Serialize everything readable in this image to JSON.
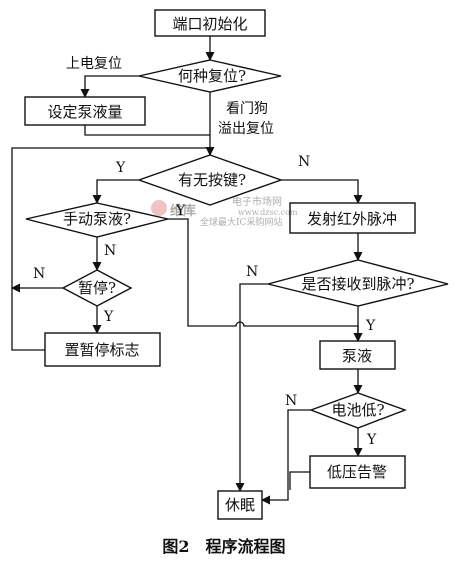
{
  "nodes": {
    "init": "端口初始化",
    "reset_type": "何种复位?",
    "set_volume": "设定泵液量",
    "any_key": "有无按键?",
    "manual_pump": "手动泵液?",
    "ir_pulse": "发射红外脉冲",
    "pause": "暂停?",
    "pulse_received": "是否接收到脉冲?",
    "set_pause_flag": "置暂停标志",
    "pump": "泵液",
    "battery_low": "电池低?",
    "low_voltage_alarm": "低压告警",
    "sleep": "休眠"
  },
  "edge_labels": {
    "power_on_reset": "上电复位",
    "watchdog_line1": "看门狗",
    "watchdog_line2": "溢出复位",
    "any_key_yes": "Y",
    "any_key_no": "N",
    "manual_yes": "Y",
    "manual_no": "N",
    "pause_no": "N",
    "pause_yes": "Y",
    "pulse_no": "N",
    "pulse_yes": "Y",
    "battery_no": "N",
    "battery_yes": "Y"
  },
  "watermark": {
    "brand": "维库",
    "site_name": "电子市场网",
    "url": "www.dzsc.com",
    "slogan": "全球最大IC采购网站"
  },
  "caption": "图2　程序流程图"
}
